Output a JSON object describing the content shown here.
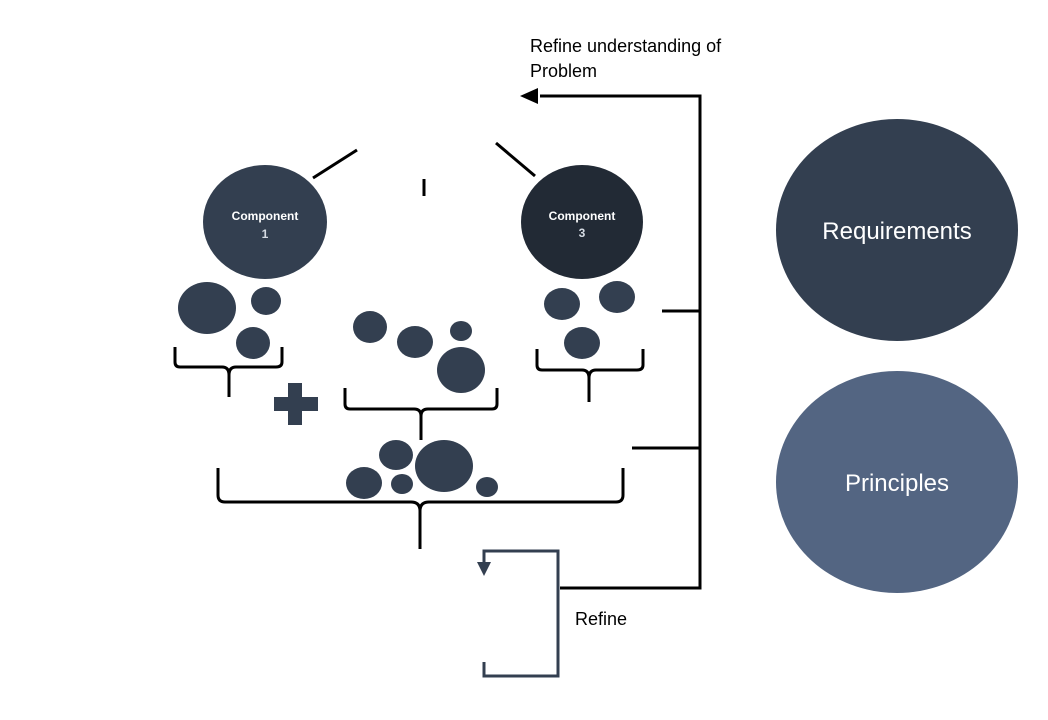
{
  "labels": {
    "refine_problem_line1": "Refine understanding of",
    "refine_problem_line2": "Problem",
    "refine": "Refine"
  },
  "nodes": {
    "component1_line1": "Component",
    "component1_line2": "1",
    "component3_line1": "Component",
    "component3_line2": "3",
    "requirements": "Requirements",
    "principles": "Principles"
  },
  "colors": {
    "node_dark": "#333f50",
    "node_darker": "#222a35",
    "principles": "#536582",
    "line": "#000000",
    "node_text": "#ffffff",
    "node_sub_text": "#d6dce4"
  }
}
